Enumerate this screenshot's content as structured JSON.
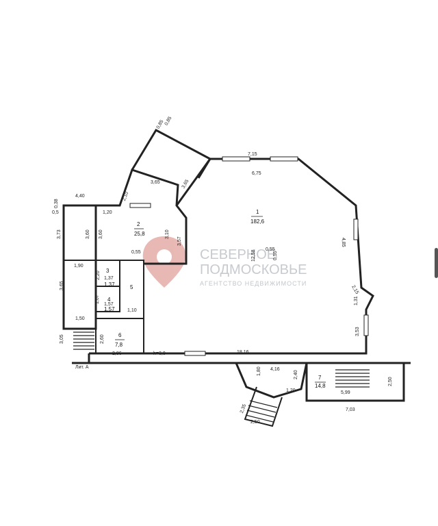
{
  "plan": {
    "sheet_label": "Лит. А",
    "rooms": [
      {
        "id": "room-1",
        "number": "1",
        "area": "182,6"
      },
      {
        "id": "room-2",
        "number": "2",
        "area": "25,8"
      },
      {
        "id": "room-3",
        "number": "3",
        "area": "1,37"
      },
      {
        "id": "room-4",
        "number": "4",
        "area": "1,57"
      },
      {
        "id": "room-5",
        "number": "5",
        "area": ""
      },
      {
        "id": "room-6",
        "number": "6",
        "area": "7,8"
      },
      {
        "id": "room-7",
        "number": "7",
        "area": "14,8"
      }
    ],
    "dimensions": [
      "7,15",
      "6,75",
      "4,85",
      "2,15",
      "1,31",
      "3,53",
      "18,16",
      "4,16",
      "4,40",
      "0,38",
      "0,5",
      "3,73",
      "3,60",
      "3,65",
      "3,05",
      "1,90",
      "1,50",
      "1,20",
      "3,60",
      "2,10",
      "3,65",
      "3,65",
      "3,10",
      "3,57",
      "0,85",
      "0,85",
      "0,55",
      "0,55",
      "0,55",
      "12,58",
      "1,37",
      "1,57",
      "1,10",
      "1,67",
      "2,20",
      "2,60",
      "2,86",
      "h=3,0",
      "1,80",
      "2,40",
      "1,20",
      "2,35",
      "2,50",
      "7,03",
      "2,50",
      "5,99"
    ]
  },
  "watermark": {
    "line1": "СЕВЕРНОЕ",
    "line2": "ПОДМОСКОВЬЕ",
    "line3": "АГЕНТСТВО НЕДВИЖИМОСТИ"
  },
  "icons": {
    "watermark_logo": "location-pin-logo-icon"
  }
}
